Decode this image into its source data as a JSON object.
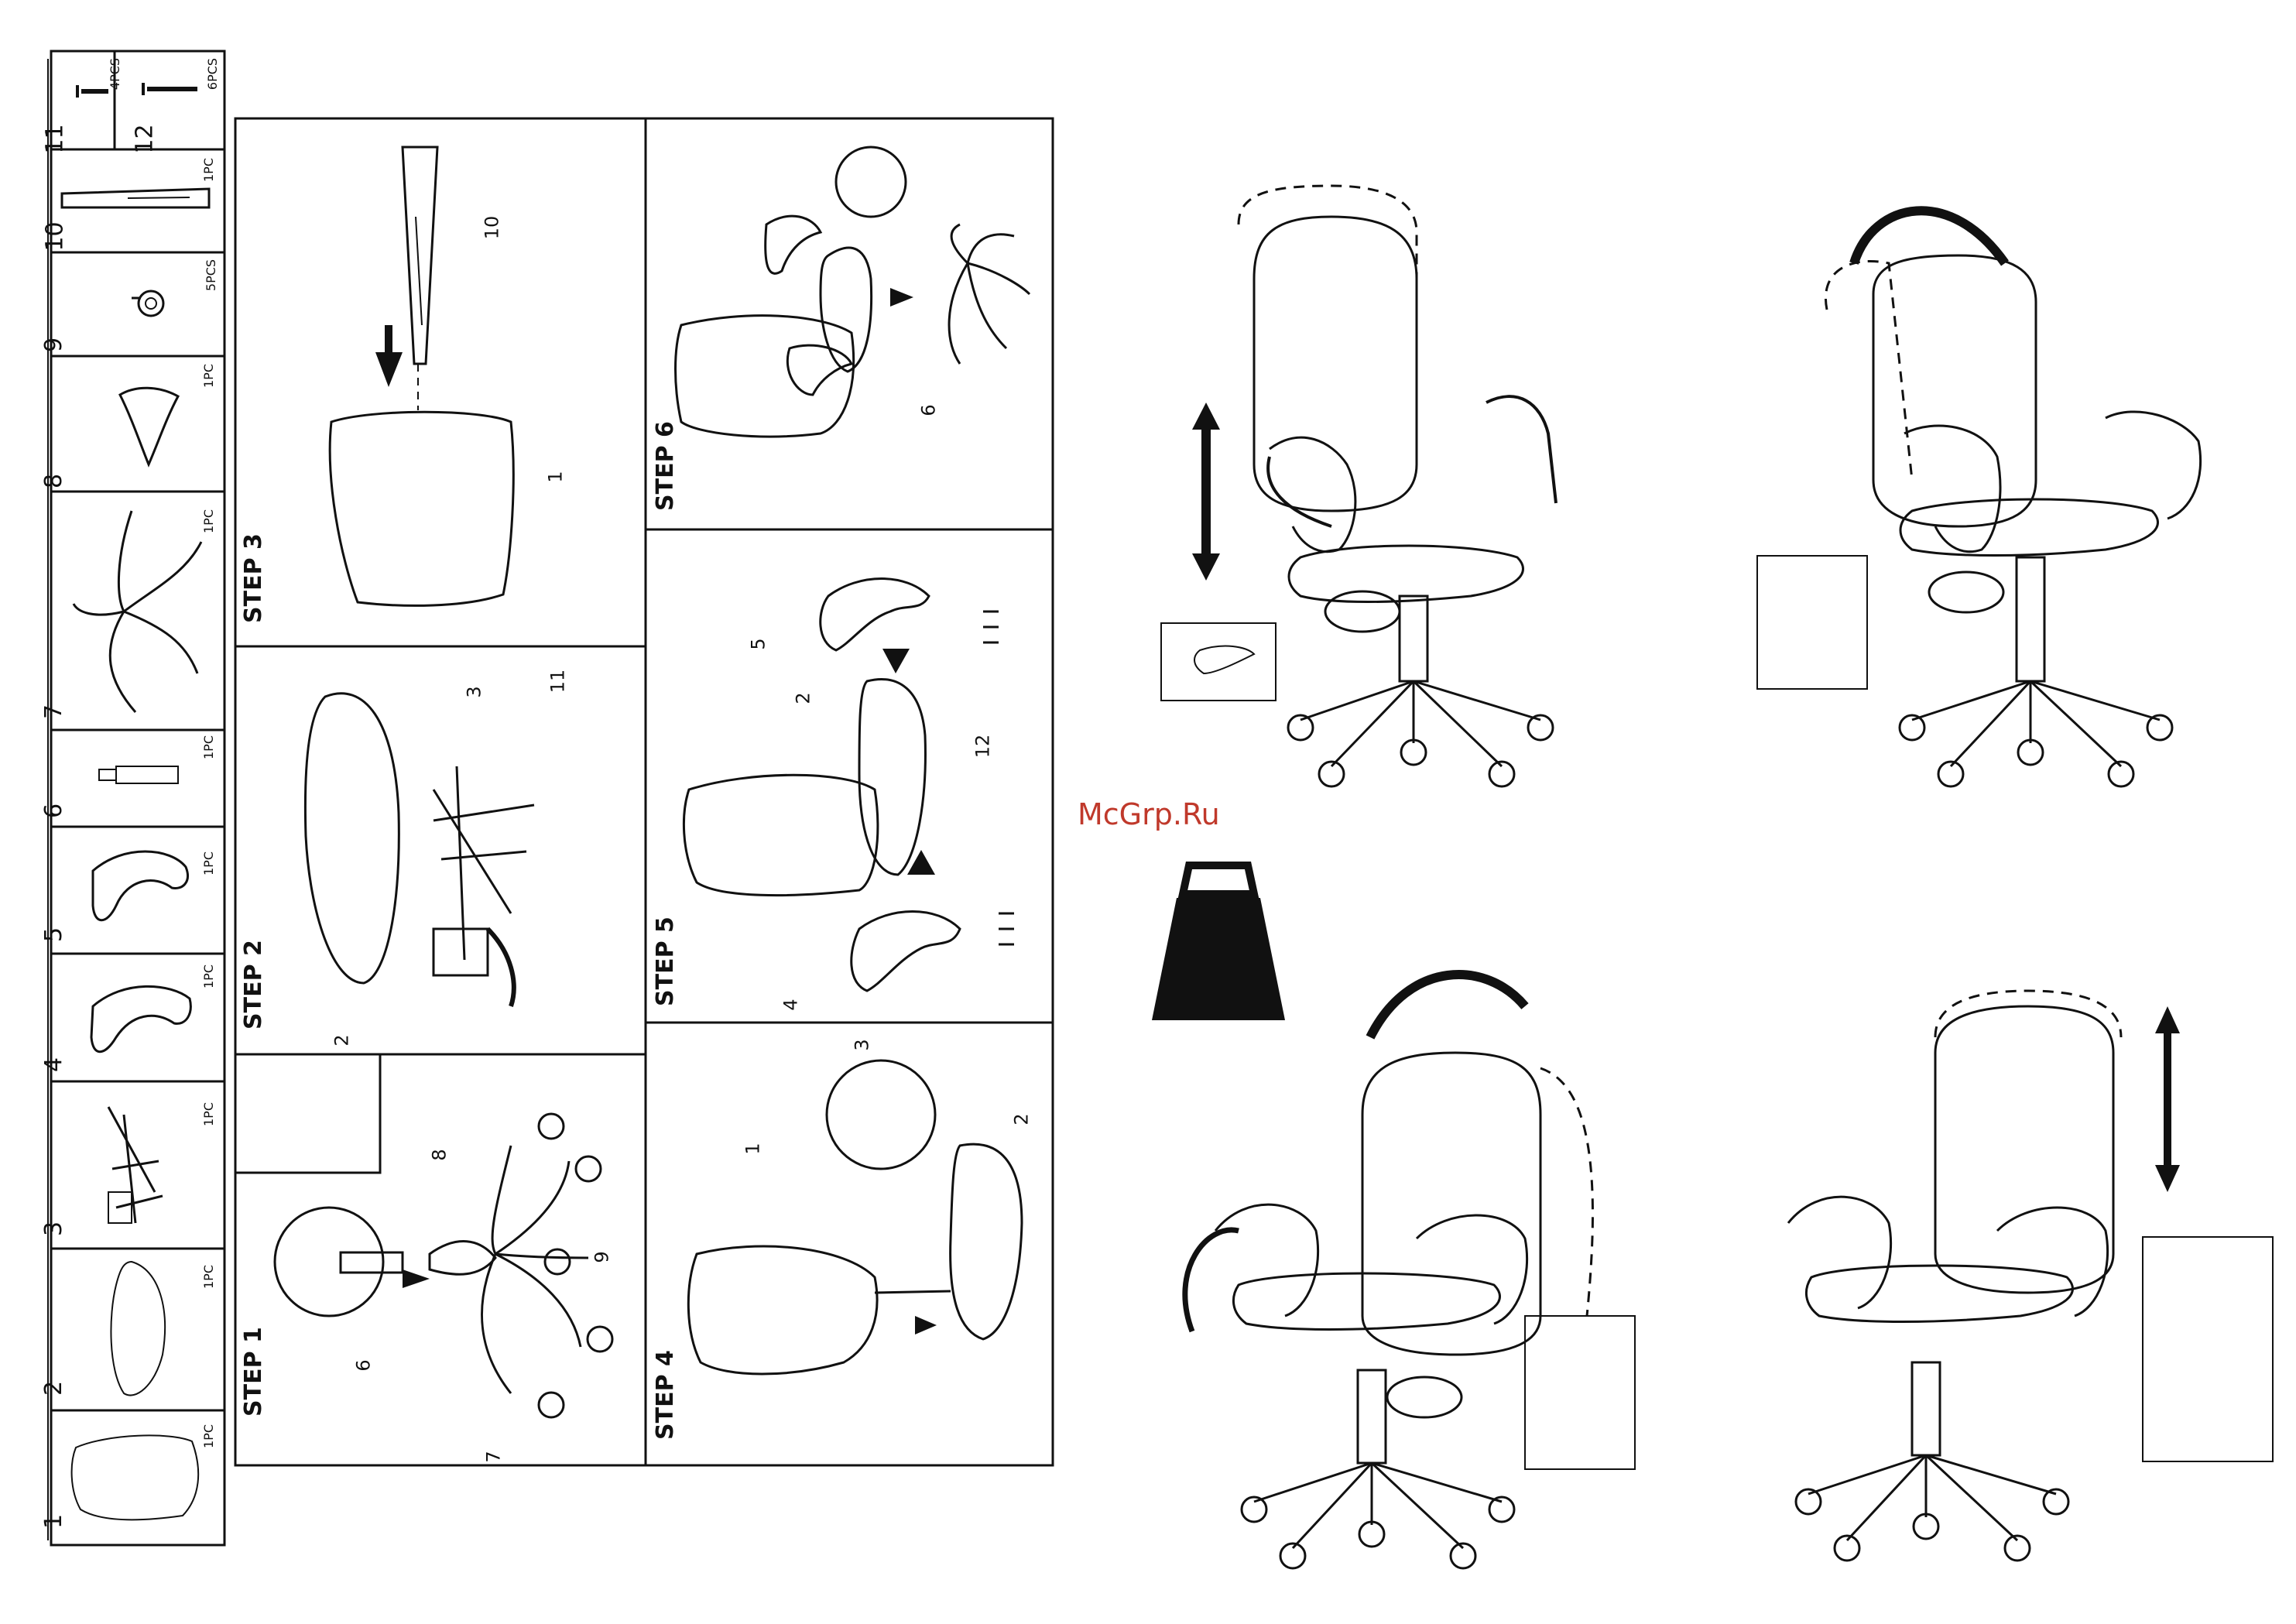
{
  "watermark": "McGrp.Ru",
  "parts": [
    {
      "num": "1",
      "qty": "1PC"
    },
    {
      "num": "2",
      "qty": "1PC"
    },
    {
      "num": "3",
      "qty": "1PC"
    },
    {
      "num": "4",
      "qty": "1PC"
    },
    {
      "num": "5",
      "qty": "1PC"
    },
    {
      "num": "6",
      "qty": "1PC"
    },
    {
      "num": "7",
      "qty": "1PC"
    },
    {
      "num": "8",
      "qty": "1PC"
    },
    {
      "num": "9",
      "qty": "5PCS"
    },
    {
      "num": "10",
      "qty": "1PC"
    },
    {
      "num": "11",
      "qty": "4PCS"
    },
    {
      "num": "12",
      "qty": "6PCS"
    }
  ],
  "steps": {
    "step1": "STEP 1",
    "step2": "STEP 2",
    "step3": "STEP 3",
    "step4": "STEP 4",
    "step5": "STEP 5",
    "step6": "STEP 6"
  },
  "callouts": {
    "s1": [
      "8",
      "9",
      "6",
      "7"
    ],
    "s2": [
      "3",
      "11",
      "2"
    ],
    "s3": [
      "10",
      "1"
    ],
    "s4": [
      "3",
      "1",
      "2"
    ],
    "s5": [
      "5",
      "2",
      "12",
      "4"
    ],
    "s6": [
      "6"
    ]
  }
}
